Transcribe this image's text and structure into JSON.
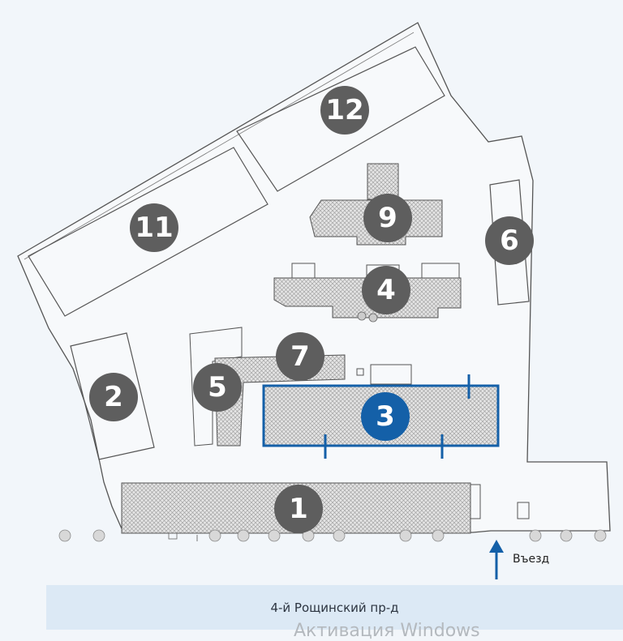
{
  "buildings": [
    {
      "label": "1"
    },
    {
      "label": "2"
    },
    {
      "label": "3",
      "highlighted": true
    },
    {
      "label": "4"
    },
    {
      "label": "5"
    },
    {
      "label": "6"
    },
    {
      "label": "7"
    },
    {
      "label": "9"
    },
    {
      "label": "11"
    },
    {
      "label": "12"
    }
  ],
  "entry_label": "Въезд",
  "street_label": "4-й Рощинский пр-д",
  "watermark": "Активация Windows",
  "colors": {
    "marker": "#5e5e5e",
    "highlight": "#1460a8",
    "street_band": "#dce9f5",
    "outline": "#555555"
  }
}
